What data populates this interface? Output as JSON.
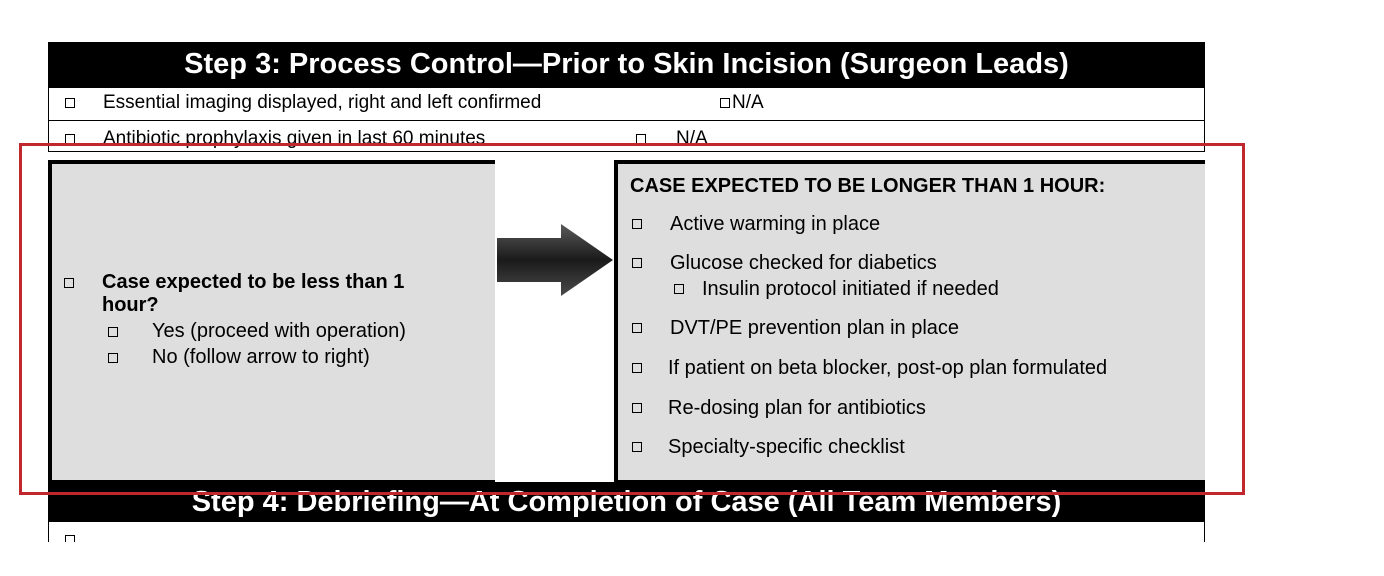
{
  "step3": {
    "title": "Step 3: Process Control—Prior to Skin Incision (Surgeon Leads)",
    "imaging": "Essential imaging displayed, right and left confirmed",
    "imaging_na": "N/A",
    "antibiotic": "Antibiotic prophylaxis given in last 60 minutes",
    "antibiotic_na": "N/A"
  },
  "left_panel": {
    "question_line1": "Case expected to be less than 1",
    "question_line2": "hour?",
    "yes": "Yes (proceed with operation)",
    "no": "No (follow arrow to right)"
  },
  "right_panel": {
    "heading": "CASE EXPECTED TO BE LONGER THAN 1 HOUR:",
    "items": [
      "Active warming in place",
      "Glucose checked for diabetics",
      "DVT/PE prevention plan in place",
      "If patient on beta blocker, post-op plan formulated",
      "Re-dosing plan for antibiotics",
      "Specialty-specific checklist"
    ],
    "subitem": "Insulin protocol initiated if needed"
  },
  "step4": {
    "title": "Step 4: Debriefing—At Completion of Case (All Team Members)"
  },
  "colors": {
    "highlight_border": "#c0282d",
    "panel_fill": "#dedede",
    "band_fill": "#000000"
  },
  "icons": {
    "checkbox": "checkbox-icon",
    "arrow": "right-arrow-icon"
  }
}
